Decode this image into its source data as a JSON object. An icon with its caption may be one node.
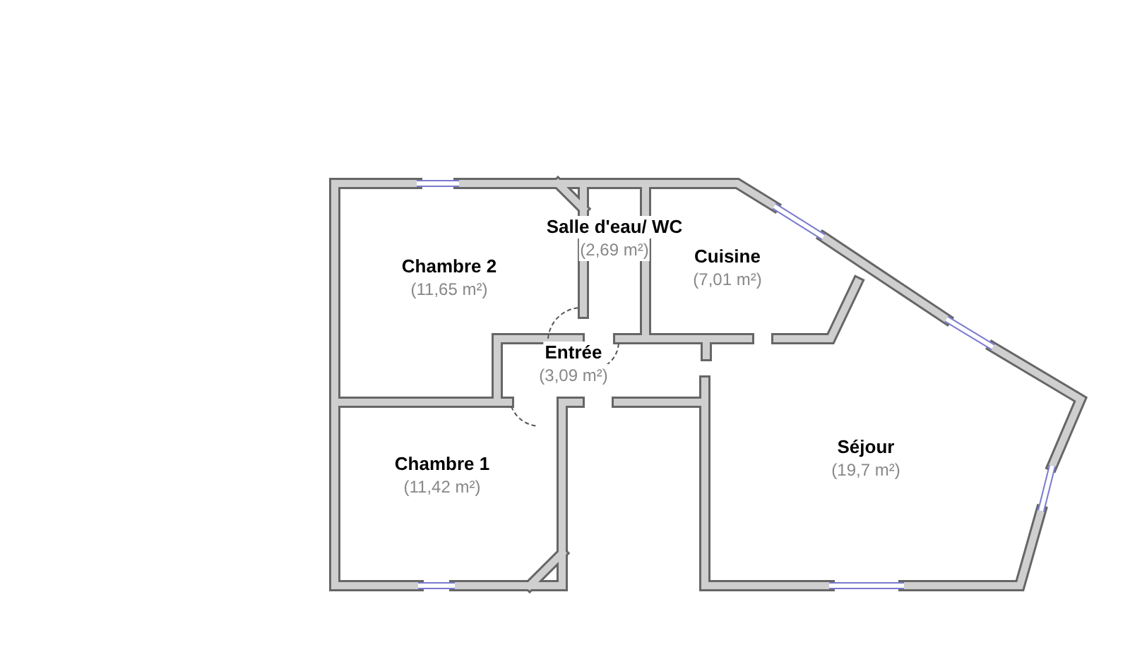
{
  "diagram": {
    "nodes": [
      {
        "text": [
          "Chambre 2",
          "(11,65 m²)"
        ]
      },
      {
        "text": [
          "Salle d'eau/ WC",
          "(2,69 m²)"
        ]
      },
      {
        "text": [
          "Cuisine",
          "(7,01 m²)"
        ]
      },
      {
        "text": [
          "Entrée",
          "(3,09 m²)"
        ]
      },
      {
        "text": [
          "Chambre 1",
          "(11,42 m²)"
        ]
      },
      {
        "text": [
          "Séjour",
          "(19,7 m²)"
        ]
      }
    ]
  }
}
